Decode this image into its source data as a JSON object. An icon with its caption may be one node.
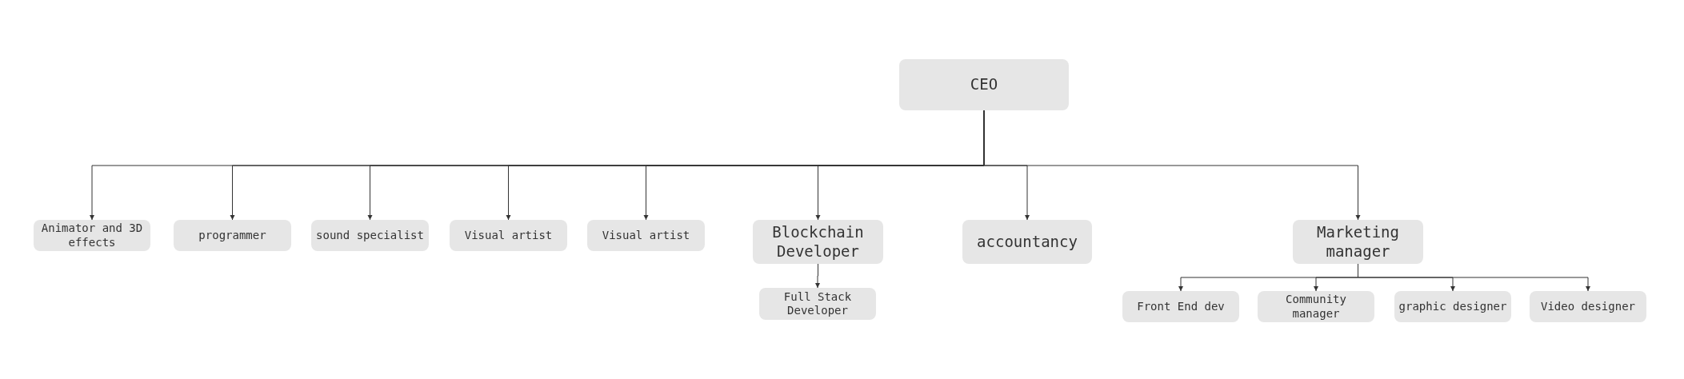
{
  "diagram": {
    "nodes": [
      {
        "text": [
          "CEO"
        ]
      },
      {
        "text": [
          "Animator and 3D effects"
        ]
      },
      {
        "text": [
          "programmer"
        ]
      },
      {
        "text": [
          "sound specialist"
        ]
      },
      {
        "text": [
          "Visual artist"
        ]
      },
      {
        "text": [
          "Visual artist"
        ]
      },
      {
        "text": [
          "Blockchain Developer"
        ]
      },
      {
        "text": [
          "Full Stack Developer"
        ]
      },
      {
        "text": [
          "accountancy"
        ]
      },
      {
        "text": [
          "Marketing manager"
        ]
      },
      {
        "text": [
          "Front End dev"
        ]
      },
      {
        "text": [
          "Community manager"
        ]
      },
      {
        "text": [
          "graphic designer"
        ]
      },
      {
        "text": [
          "Video designer"
        ]
      }
    ],
    "edges": [
      {
        "from": 0,
        "to": 1,
        "arrow": "to"
      },
      {
        "from": 0,
        "to": 2,
        "arrow": "to"
      },
      {
        "from": 0,
        "to": 3,
        "arrow": "to"
      },
      {
        "from": 0,
        "to": 4,
        "arrow": "to"
      },
      {
        "from": 0,
        "to": 5,
        "arrow": "to"
      },
      {
        "from": 0,
        "to": 6,
        "arrow": "to"
      },
      {
        "from": 0,
        "to": 8,
        "arrow": "to"
      },
      {
        "from": 0,
        "to": 9,
        "arrow": "to"
      },
      {
        "from": 6,
        "to": 7,
        "arrow": "to"
      },
      {
        "from": 9,
        "to": 10,
        "arrow": "to"
      },
      {
        "from": 9,
        "to": 11,
        "arrow": "to"
      },
      {
        "from": 9,
        "to": 12,
        "arrow": "to"
      },
      {
        "from": 9,
        "to": 13,
        "arrow": "to"
      }
    ]
  }
}
